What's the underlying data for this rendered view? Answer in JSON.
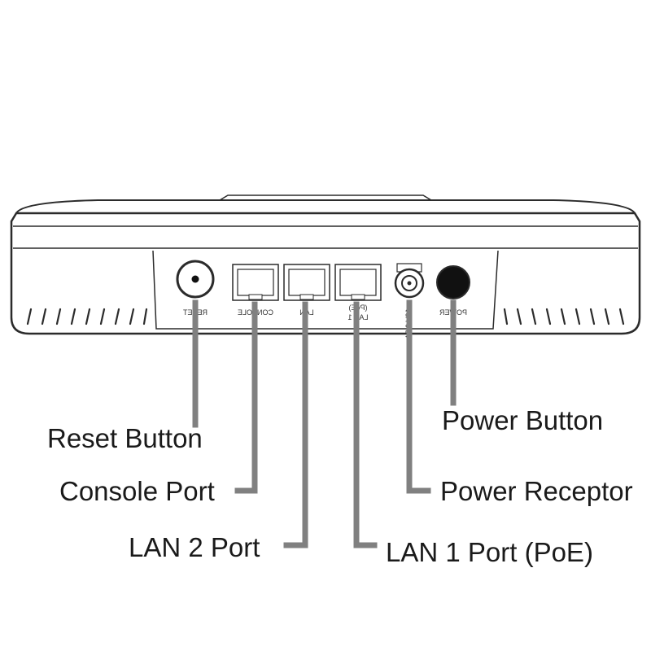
{
  "device_labels": {
    "reset": "RESET",
    "console": "CONSOLE",
    "lan2": "LAN",
    "lan1": "LAN 1",
    "poe": "(PoE)",
    "power_rating": "12V 2.5A",
    "power": "POWER"
  },
  "callouts": {
    "reset_button": "Reset Button",
    "console_port": "Console Port",
    "lan2_port": "LAN 2 Port",
    "power_button": "Power Button",
    "power_receptor": "Power Receptor",
    "lan1_port": "LAN 1 Port (PoE)"
  },
  "colors": {
    "outline": "#2b2b2b",
    "leader": "#808080",
    "text": "#1a1a1a"
  }
}
